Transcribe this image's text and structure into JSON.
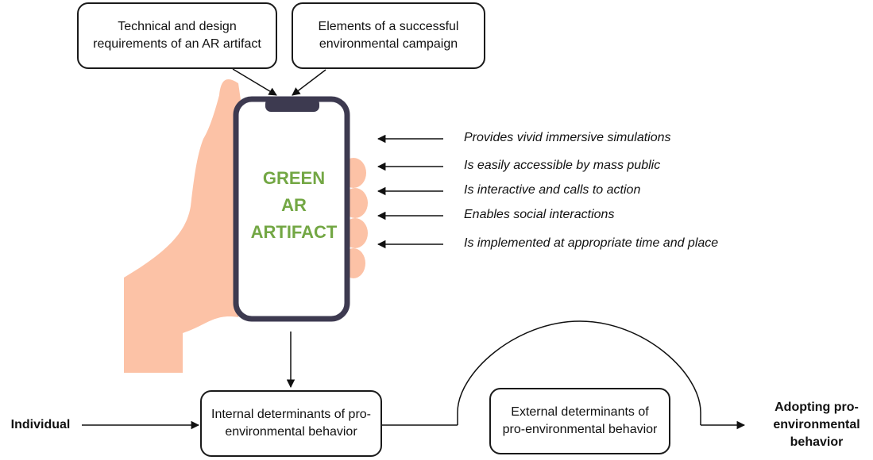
{
  "inputs": {
    "technical": "Technical and design requirements of an AR artifact",
    "campaign": "Elements of a successful environmental campaign"
  },
  "phone_label": [
    "GREEN",
    "AR",
    "ARTIFACT"
  ],
  "features": [
    "Provides vivid immersive simulations",
    "Is easily accessible by mass public",
    "Is interactive and calls to action",
    "Enables social interactions",
    "Is implemented at appropriate time and place"
  ],
  "flow": {
    "start": "Individual",
    "internal": "Internal determinants of pro-environmental behavior",
    "external": "External determinants of pro-environmental behavior",
    "outcome": "Adopting pro-environmental behavior"
  },
  "colors": {
    "accent_green": "#73a744",
    "hand_skin": "#fcc2a6",
    "phone_frame": "#3d3a50"
  }
}
